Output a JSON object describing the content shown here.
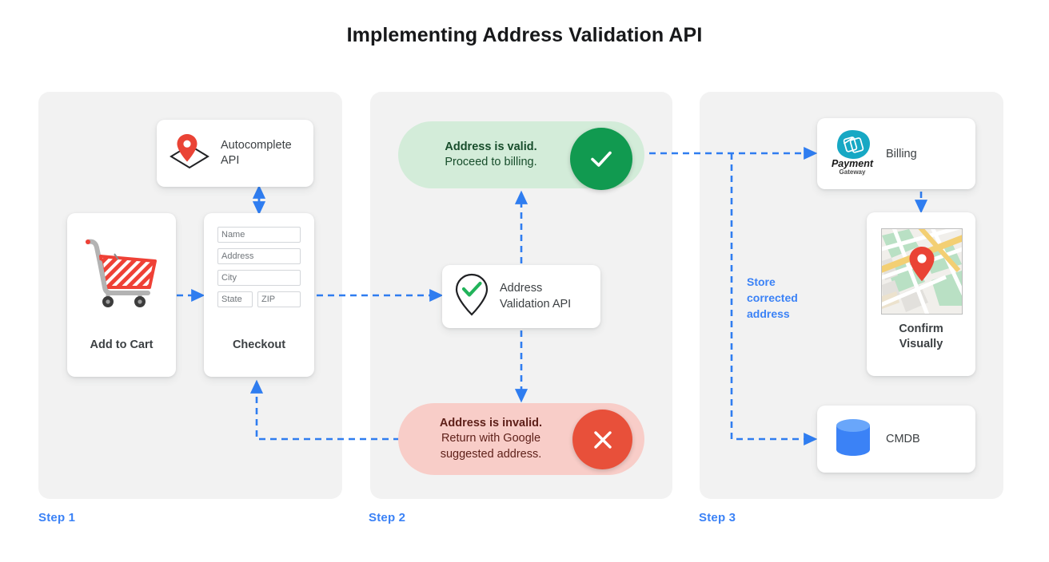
{
  "page": {
    "title": "Implementing Address Validation API"
  },
  "colors": {
    "accent_blue": "#3b82f6",
    "panel_bg": "#f2f2f2",
    "valid_pill_bg": "#d3ecd9",
    "valid_circle": "#119a50",
    "invalid_pill_bg": "#f8cdc8",
    "invalid_circle": "#e8503a",
    "pin_red": "#ea4335",
    "cmdb_blue": "#3b82f6",
    "payment_teal": "#17a8c4",
    "text_dark": "#3c4043"
  },
  "steps": [
    {
      "label": "Step 1"
    },
    {
      "label": "Step 2"
    },
    {
      "label": "Step 3"
    }
  ],
  "step1": {
    "autocomplete_card": {
      "label_line1": "Autocomplete",
      "label_line2": "API",
      "icon": "map-pin-diamond-icon"
    },
    "add_to_cart_card": {
      "caption": "Add to Cart",
      "icon": "shopping-cart-icon"
    },
    "checkout_card": {
      "caption": "Checkout",
      "fields": [
        {
          "name": "name",
          "placeholder": "Name"
        },
        {
          "name": "address",
          "placeholder": "Address"
        },
        {
          "name": "city",
          "placeholder": "City"
        },
        {
          "name": "state",
          "placeholder": "State"
        },
        {
          "name": "zip",
          "placeholder": "ZIP"
        }
      ]
    }
  },
  "step2": {
    "valid_pill": {
      "line1": "Address is valid.",
      "line2": "Proceed to billing.",
      "icon": "check-circle-icon"
    },
    "invalid_pill": {
      "line1": "Address is invalid.",
      "line2": "Return with Google",
      "line3": "suggested address.",
      "icon": "x-circle-icon"
    },
    "validation_card": {
      "label_line1": "Address",
      "label_line2": "Validation API",
      "icon": "map-pin-check-icon"
    }
  },
  "step3": {
    "billing_card": {
      "label": "Billing",
      "logo_name": "Payment",
      "logo_sub": "Gateway",
      "icon": "payment-gateway-logo-icon"
    },
    "confirm_card": {
      "caption_line1": "Confirm",
      "caption_line2": "Visually",
      "icon": "map-thumbnail-icon"
    },
    "cmdb_card": {
      "label": "CMDB",
      "icon": "database-cylinder-icon"
    },
    "store_label": {
      "line1": "Store",
      "line2": "corrected",
      "line3": "address"
    }
  }
}
